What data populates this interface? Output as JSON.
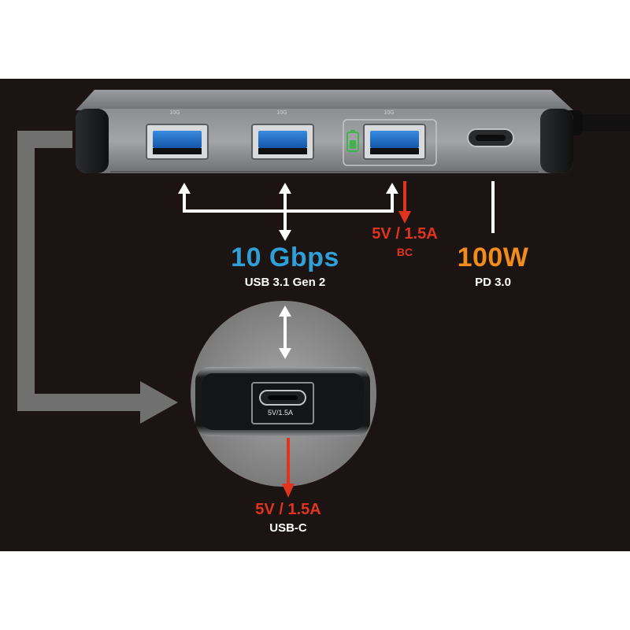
{
  "labels": {
    "speed_value": "10 Gbps",
    "speed_standard": "USB 3.1 Gen 2",
    "bc_power": "5V / 1.5A",
    "bc_label": "BC",
    "pd_power": "100W",
    "pd_standard": "PD 3.0",
    "usbc_power": "5V / 1.5A",
    "usbc_label": "USB-C",
    "front_port_rating": "5V/1.5A"
  },
  "colors": {
    "background": "#1c1412",
    "speed": "#2f9fd8",
    "power_red": "#e0341f",
    "pd_orange": "#f28c1c",
    "arrow_white": "#ffffff",
    "arrow_gray": "#707070",
    "usb3_blue": "#1d6fc7"
  },
  "icons": {
    "usb_a_ports": "usb-a-port-icon",
    "usb_c_port": "usb-c-port-icon",
    "battery": "battery-icon"
  }
}
